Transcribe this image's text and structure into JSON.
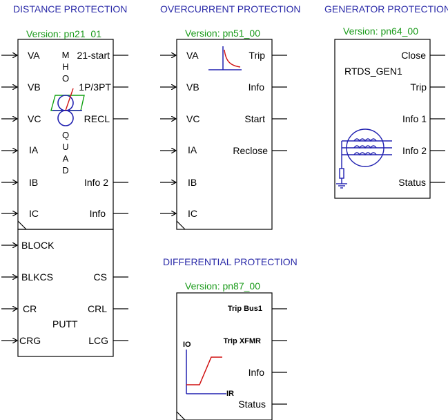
{
  "distance": {
    "heading": "DISTANCE PROTECTION",
    "version": "Version: pn21_01",
    "inputs": [
      "VA",
      "VB",
      "VC",
      "IA",
      "IB",
      "IC"
    ],
    "outputs": [
      "21-start",
      "1P/3PT",
      "RECL",
      "Info 2",
      "Info"
    ],
    "mho_letters": [
      "M",
      "H",
      "O"
    ],
    "quad_letters": [
      "Q",
      "U",
      "A",
      "D"
    ],
    "putt": {
      "inputs": [
        "BLOCK",
        "BLKCS",
        "CR",
        "CRG"
      ],
      "outputs": [
        "CS",
        "CRL",
        "LCG"
      ],
      "label": "PUTT"
    }
  },
  "overcurrent": {
    "heading": "OVERCURRENT PROTECTION",
    "version": "Version: pn51_00",
    "inputs": [
      "VA",
      "VB",
      "VC",
      "IA",
      "IB",
      "IC"
    ],
    "outputs": [
      "Trip",
      "Info",
      "Start",
      "Reclose"
    ]
  },
  "generator": {
    "heading": "GENERATOR PROTECTION",
    "version": "Version: pn64_00",
    "name": "RTDS_GEN1",
    "outputs": [
      "Close",
      "Trip",
      "Info 1",
      "Info 2",
      "Status"
    ]
  },
  "differential": {
    "heading": "DIFFERENTIAL PROTECTION",
    "version": "Version: pn87_00",
    "outputs": [
      "Trip Bus1",
      "Trip XFMR",
      "Info",
      "Status"
    ],
    "axis_y": "IO",
    "axis_x": "IR"
  },
  "colors": {
    "heading": "#2a2aa8",
    "version": "#1a9a1a",
    "curve": "#d01010",
    "axis": "#2020b0",
    "quad": "#10a010"
  }
}
